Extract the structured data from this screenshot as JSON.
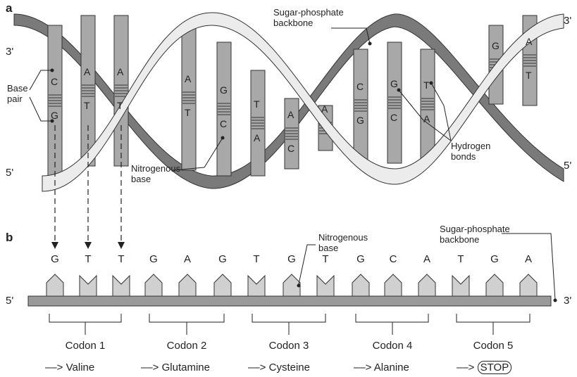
{
  "panel_a": {
    "letter": "a",
    "end_top_left": "3'",
    "end_bottom_left": "5'",
    "end_top_right": "3'",
    "end_bottom_right": "5'",
    "label_backbone": "Sugar-phosphate\nbackbone",
    "label_base_pair": "Base\npair",
    "label_nitrogenous_base": "Nitrogenous\nbase",
    "label_hydrogen_bonds": "Hydrogen\nbonds",
    "bases": [
      {
        "top": "C",
        "bottom": "G"
      },
      {
        "top": "A",
        "bottom": "T"
      },
      {
        "top": "A",
        "bottom": "T"
      },
      {
        "top": "A",
        "bottom": "T"
      },
      {
        "top": "G",
        "bottom": "C"
      },
      {
        "top": "T",
        "bottom": "A"
      },
      {
        "top": "A",
        "bottom": "C"
      },
      {
        "top": "A",
        "bottom": ""
      },
      {
        "top": "C",
        "bottom": "G"
      },
      {
        "top": "G",
        "bottom": "C"
      },
      {
        "top": "T",
        "bottom": "A"
      },
      {
        "top": "G",
        "bottom": ""
      },
      {
        "top": "A",
        "bottom": "T"
      }
    ]
  },
  "panel_b": {
    "letter": "b",
    "end_left": "5'",
    "end_right": "3'",
    "label_nitrogenous_base": "Nitrogenous\nbase",
    "label_backbone": "Sugar-phosphate\nbackbone",
    "sequence": [
      "G",
      "T",
      "T",
      "G",
      "A",
      "G",
      "T",
      "G",
      "T",
      "G",
      "C",
      "A",
      "T",
      "G",
      "A"
    ],
    "codons": [
      "Codon 1",
      "Codon 2",
      "Codon 3",
      "Codon 4",
      "Codon 5"
    ],
    "arrow_text": "––>",
    "amino_acids": [
      "Valine",
      "Glutamine",
      "Cysteine",
      "Alanine",
      "STOP"
    ]
  },
  "colors": {
    "strand_light": "#e8e8e8",
    "strand_dark": "#777777",
    "base_fill": "#d0d0d0",
    "rod_fill": "#a8a8a8",
    "outline": "#333333"
  }
}
